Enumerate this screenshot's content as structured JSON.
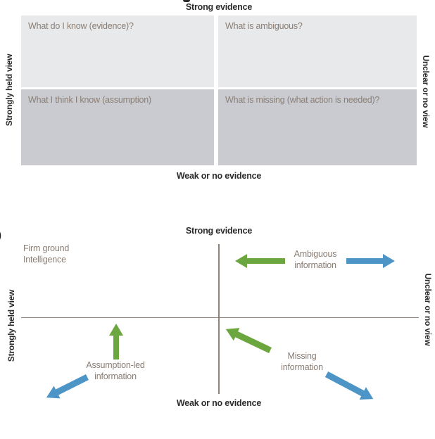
{
  "colors": {
    "heading_text": "#2b2b2b",
    "label_text": "#8a7e74",
    "axis_line": "#8d8279",
    "quadrant_light": "#e8e9eb",
    "quadrant_dark": "#cacbd0",
    "green_arrow": "#6ba63f",
    "blue_arrow": "#4e95c7"
  },
  "figure_label_fragment": ")",
  "matrix": {
    "axis_top": "Strong evidence",
    "axis_bottom": "Weak or no evidence",
    "axis_left": "Strongly held view",
    "axis_right": "Unclear or no view",
    "quadrants": {
      "top_left": "What do I know (evidence)?",
      "top_right": "What is ambiguous?",
      "bottom_left": "What I think I know (assumption)",
      "bottom_right": "What is missing (what action is needed)?"
    }
  },
  "axes_chart": {
    "axis_top": "Strong evidence",
    "axis_bottom": "Weak or no evidence",
    "axis_left": "Strongly held view",
    "axis_right": "Unclear or no view",
    "labels": {
      "firm_ground": {
        "line1": "Firm ground",
        "line2": "Intelligence"
      },
      "ambiguous": {
        "line1": "Ambiguous",
        "line2": "information"
      },
      "assumption": {
        "line1": "Assumption-led",
        "line2": "information"
      },
      "missing": {
        "line1": "Missing",
        "line2": "information"
      }
    },
    "arrows": [
      {
        "name": "ambiguous-toward-strong-evidence",
        "color": "green",
        "direction": "left"
      },
      {
        "name": "ambiguous-toward-unclear-view",
        "color": "blue",
        "direction": "right"
      },
      {
        "name": "assumption-toward-strong-view",
        "color": "green",
        "direction": "up"
      },
      {
        "name": "assumption-toward-weak-unclear",
        "color": "blue",
        "direction": "down-left"
      },
      {
        "name": "missing-toward-center",
        "color": "green",
        "direction": "up-left"
      },
      {
        "name": "missing-toward-weak-unclear",
        "color": "blue",
        "direction": "down-right"
      }
    ]
  }
}
